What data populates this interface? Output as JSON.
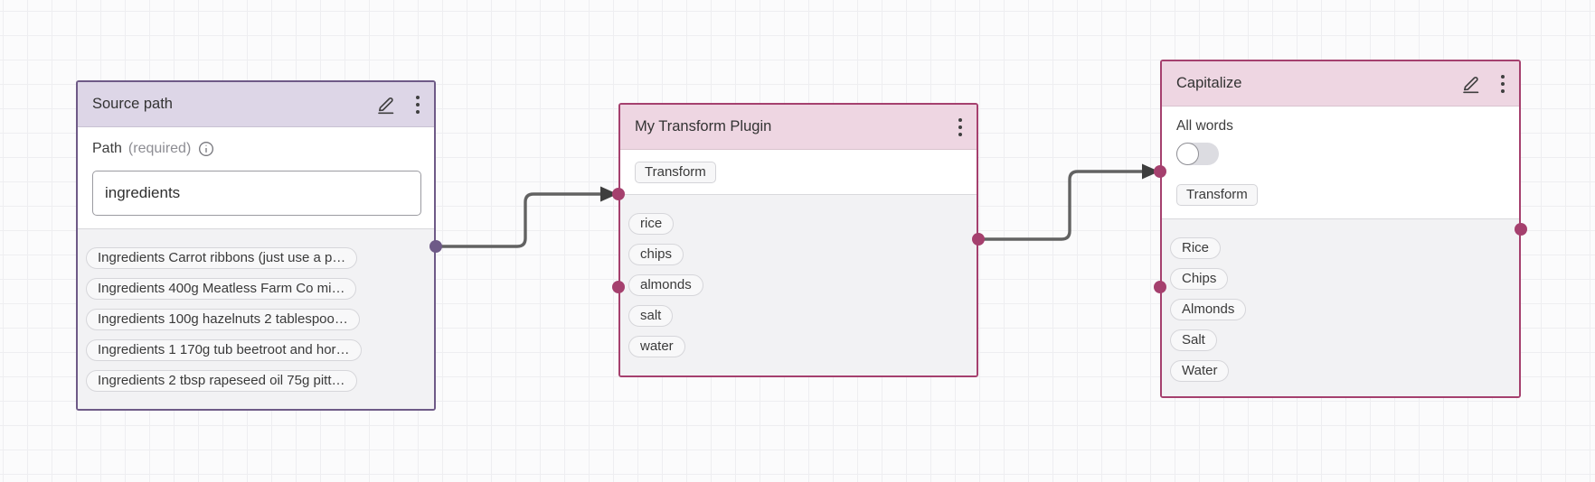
{
  "canvas": {
    "background": "#fbfbfc",
    "grid_line_color": "#eeeef1"
  },
  "colors": {
    "purple_accent": "#6e5a87",
    "purple_header_bg": "#ddd6e7",
    "pink_accent": "#a5406e",
    "pink_header_bg": "#eed6e2",
    "wire": "#626262",
    "list_section_bg": "#f2f2f4"
  },
  "icons": {
    "edit": "pencil-icon",
    "menu": "kebab-menu-icon",
    "info": "info-circle-icon"
  },
  "nodes": {
    "source": {
      "title": "Source path",
      "field_label": "Path",
      "field_required": "(required)",
      "field_value": "ingredients",
      "items": [
        "Ingredients Carrot ribbons (just use a p…",
        "Ingredients 400g Meatless Farm Co mi…",
        "Ingredients 100g hazelnuts 2 tablespoo…",
        "Ingredients 1 170g tub beetroot and hor…",
        "Ingredients 2 tbsp rapeseed oil 75g pitt…"
      ]
    },
    "transform": {
      "title": "My Transform Plugin",
      "tag": "Transform",
      "items": [
        "rice",
        "chips",
        "almonds",
        "salt",
        "water"
      ]
    },
    "capitalize": {
      "title": "Capitalize",
      "toggle_label": "All words",
      "toggle_on": false,
      "tag": "Transform",
      "items": [
        "Rice",
        "Chips",
        "Almonds",
        "Salt",
        "Water"
      ]
    }
  }
}
